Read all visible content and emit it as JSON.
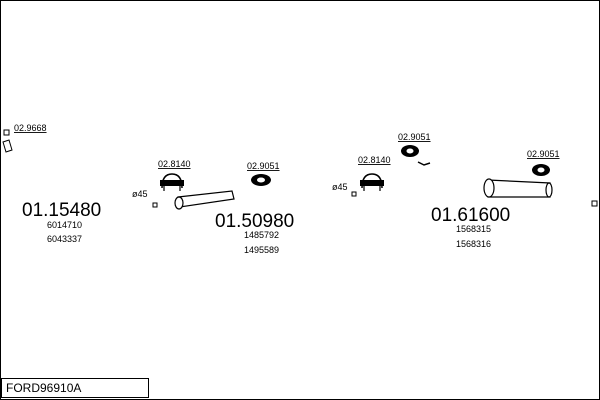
{
  "title": "FORD96910A",
  "sections": [
    {
      "part_no": "01.15480",
      "refs": [
        "6014710",
        "6043337"
      ],
      "clamp_code": "02.9668",
      "diameter": "ø45"
    },
    {
      "part_no": "01.50980",
      "refs": [
        "1485792",
        "1495589"
      ],
      "clamp_code": "02.8140",
      "hanger_code": "02.9051",
      "diameter": "ø45"
    },
    {
      "part_no": "01.61600",
      "refs": [
        "1568315",
        "1568316"
      ],
      "clamp_code": "02.8140",
      "hanger_code": "02.9051",
      "hanger_code_2": "02.9051"
    }
  ],
  "icons": {
    "clamp": "u-bolt-clamp-icon",
    "hanger": "rubber-hanger-icon",
    "gasket": "gasket-ring-icon"
  },
  "colors": {
    "line": "#000000",
    "background": "#ffffff"
  }
}
